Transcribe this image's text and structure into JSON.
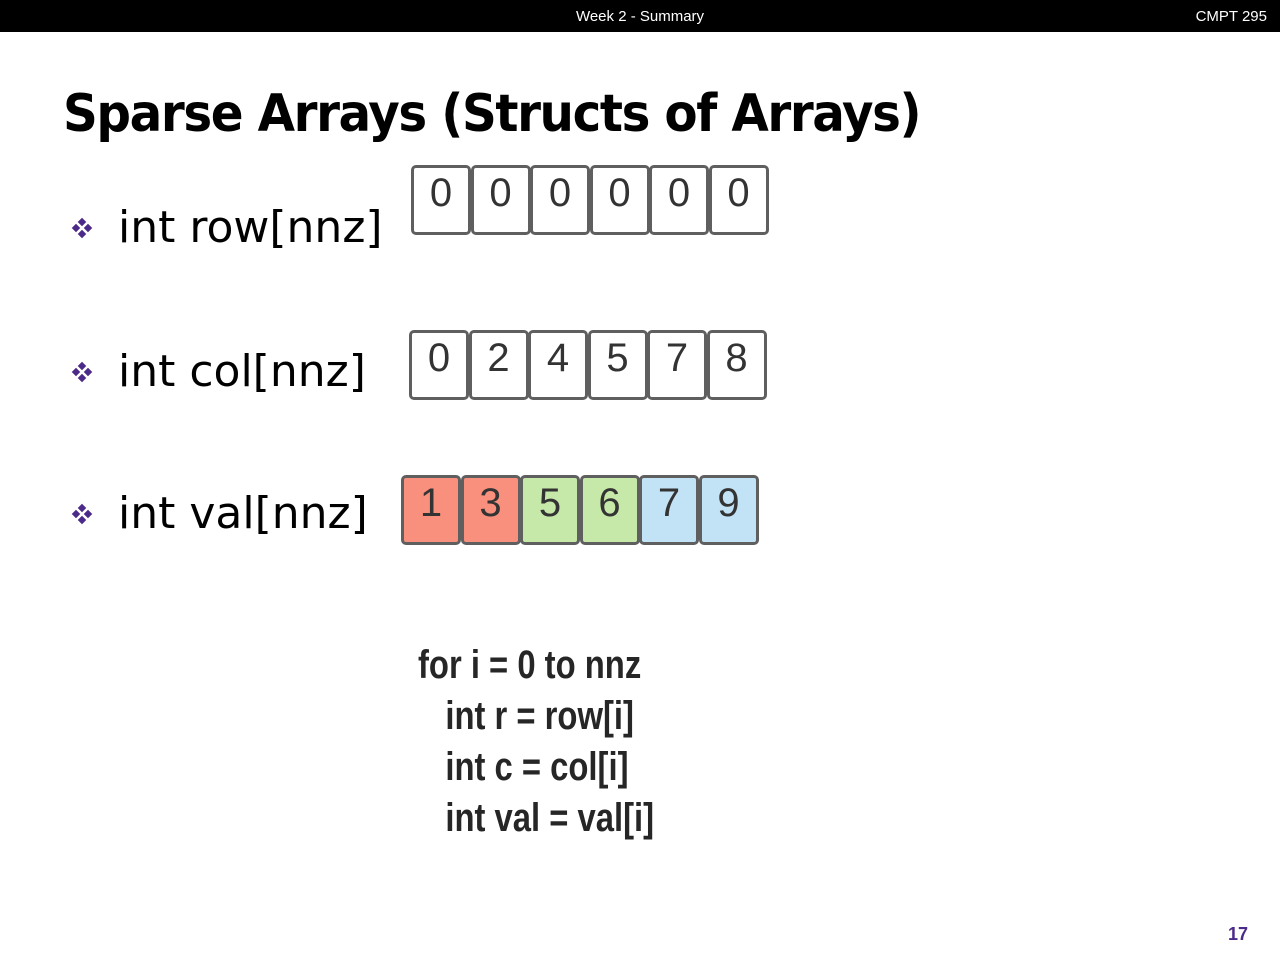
{
  "header": {
    "center": "Week 2 - Summary",
    "right": "CMPT 295"
  },
  "title": "Sparse Arrays (Structs of Arrays)",
  "bullets": [
    {
      "label": "int row[nnz]",
      "values": [
        "0",
        "0",
        "0",
        "0",
        "0",
        "0"
      ]
    },
    {
      "label": "int col[nnz]",
      "values": [
        "0",
        "2",
        "4",
        "5",
        "7",
        "8"
      ]
    },
    {
      "label": "int val[nnz]",
      "values": [
        "1",
        "3",
        "5",
        "6",
        "7",
        "9"
      ]
    }
  ],
  "val_colors": [
    "#f98f7d",
    "#f98f7d",
    "#c6e8a8",
    "#c6e8a8",
    "#c2e3f6",
    "#c2e3f6"
  ],
  "code": [
    "for i = 0 to nnz",
    "   int r = row[i]",
    "   int c = col[i]",
    "   int val = val[i]"
  ],
  "page_number": "17",
  "bullet_color": "#4b2a8a"
}
